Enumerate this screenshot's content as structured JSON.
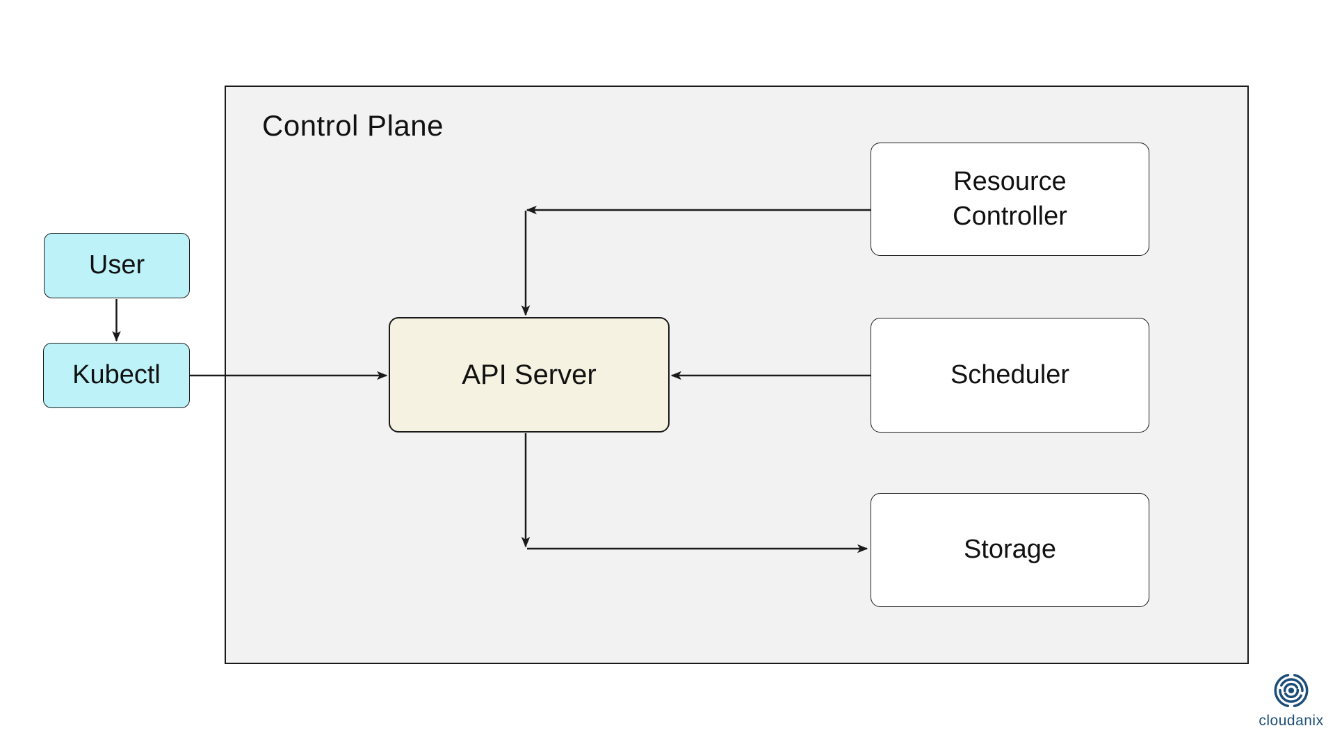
{
  "diagram": {
    "group": {
      "label": "Control Plane"
    },
    "nodes": [
      {
        "id": "user",
        "label": "User",
        "fill": "cyan"
      },
      {
        "id": "kubectl",
        "label": "Kubectl",
        "fill": "cyan"
      },
      {
        "id": "api-server",
        "label": "API Server",
        "fill": "cream"
      },
      {
        "id": "resource-controller",
        "label": "Resource Controller",
        "fill": "white"
      },
      {
        "id": "scheduler",
        "label": "Scheduler",
        "fill": "white"
      },
      {
        "id": "storage",
        "label": "Storage",
        "fill": "white"
      }
    ],
    "edges": [
      {
        "from": "User",
        "to": "Kubectl"
      },
      {
        "from": "Kubectl",
        "to": "API Server"
      },
      {
        "from": "Resource Controller",
        "to": "API Server"
      },
      {
        "from": "Scheduler",
        "to": "API Server"
      },
      {
        "from": "API Server",
        "to": "Storage"
      }
    ]
  },
  "branding": {
    "logo_text": "cloudanix"
  },
  "colors": {
    "canvas-bg": "#ffffff",
    "group-bg": "#f2f2f2",
    "node-cyan": "#bdf2f9",
    "node-cream": "#f6f2e1",
    "node-white": "#ffffff",
    "border": "#1a1a1a",
    "connector": "#1a1a1a",
    "text": "#111111",
    "logo-blue": "#1b4d78"
  }
}
